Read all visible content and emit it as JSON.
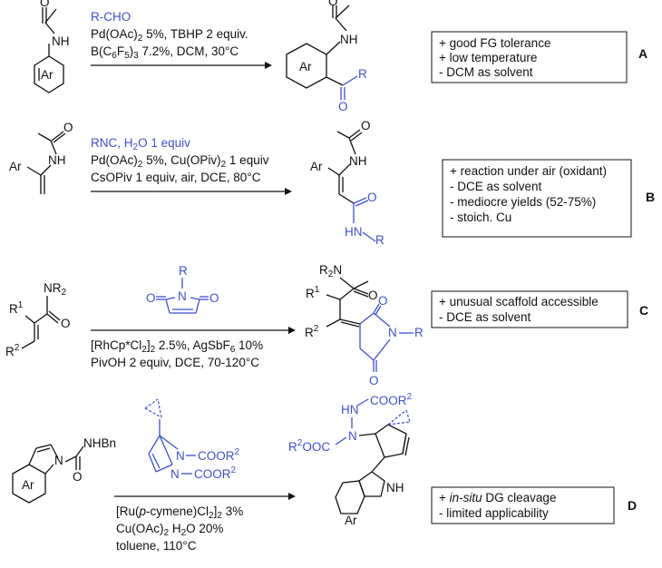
{
  "panels": [
    {
      "letter": "A",
      "conditions": [
        "R-CHO",
        "Pd(OAc)2 5%, TBHP 2 equiv.",
        "B(C6F5)3 7.2%, DCM, 30°C"
      ],
      "notes": [
        "+ good FG tolerance",
        "+ low temperature",
        "- DCM as solvent"
      ],
      "atoms": {
        "nh": "NH",
        "ar": "Ar",
        "r": "R",
        "o": "O"
      }
    },
    {
      "letter": "B",
      "conditions": [
        "RNC, H2O 1 equiv",
        "Pd(OAc)2 5%, Cu(OPiv)2 1 equiv",
        "CsOPiv 1 equiv, air, DCE, 80°C"
      ],
      "notes": [
        "+ reaction under air (oxidant)",
        "- DCE as solvent",
        "- mediocre yields (52-75%)",
        "- stoich. Cu"
      ],
      "atoms": {
        "nh": "NH",
        "ar": "Ar",
        "o": "O",
        "hn": "HN",
        "r": "R"
      }
    },
    {
      "letter": "C",
      "conditions": [
        "[RhCp*Cl2]2 2.5%, AgSbF6 10%",
        "PivOH 2 equiv, DCE, 70-120°C"
      ],
      "notes": [
        "+ unusual scaffold accessible",
        "- DCE as solvent"
      ],
      "atoms": {
        "nr2": "NR2",
        "r2n": "R2N",
        "r1": "R1",
        "r2": "R2",
        "o": "O",
        "n": "N",
        "r": "R"
      }
    },
    {
      "letter": "D",
      "conditions": [
        "[Ru(p-cymene)Cl2]2 3%",
        "Cu(OAc)2 H2O 20%",
        "toluene, 110°C"
      ],
      "notes": [
        "+ in-situ DG cleavage",
        "- limited applicability"
      ],
      "atoms": {
        "nhbn": "NHBn",
        "n": "N",
        "o": "O",
        "ar": "Ar",
        "cooR2": "COOR2",
        "hn": "HN",
        "r2ooc": "R2OOC",
        "nh": "NH"
      }
    }
  ]
}
